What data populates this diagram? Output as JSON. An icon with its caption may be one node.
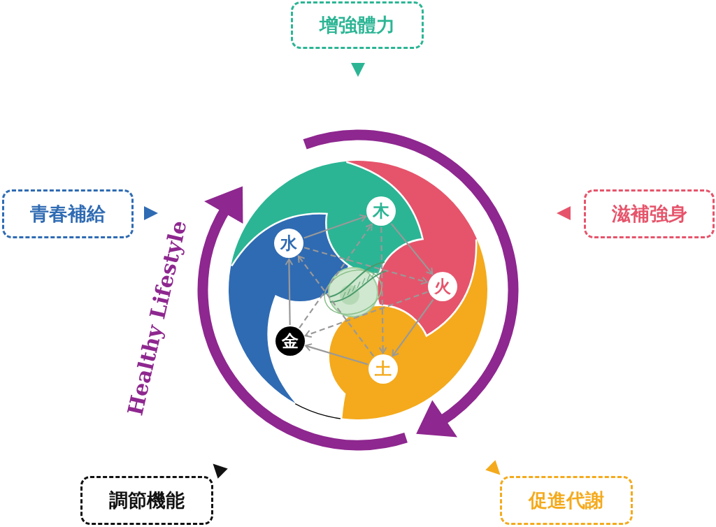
{
  "diagram": {
    "nodes": [
      {
        "text": [
          "增強體力"
        ]
      },
      {
        "text": [
          "青春補給"
        ]
      },
      {
        "text": [
          "滋補強身"
        ]
      },
      {
        "text": [
          "水"
        ]
      },
      {
        "text": [
          "木"
        ]
      },
      {
        "text": [
          "火"
        ]
      },
      {
        "text": [
          "金"
        ]
      },
      {
        "text": [
          "土"
        ]
      },
      {
        "text": [
          "調節機能"
        ]
      },
      {
        "text": [
          "促進代謝"
        ]
      }
    ],
    "edges": [
      {
        "from": 3,
        "to": 4,
        "arrow": "to"
      },
      {
        "from": 4,
        "to": 5,
        "arrow": "to"
      },
      {
        "from": 5,
        "to": 7,
        "arrow": "to"
      },
      {
        "from": 7,
        "to": 6,
        "arrow": "to"
      },
      {
        "from": 6,
        "to": 3,
        "arrow": "to"
      },
      {
        "from": 4,
        "to": 7,
        "arrow": "to",
        "style": "dashed"
      },
      {
        "from": 7,
        "to": 3,
        "arrow": "to",
        "style": "dashed"
      },
      {
        "from": 3,
        "to": 5,
        "arrow": "to",
        "style": "dashed"
      },
      {
        "from": 5,
        "to": 6,
        "arrow": "to",
        "style": "dashed"
      },
      {
        "from": 6,
        "to": 4,
        "arrow": "to",
        "style": "dashed"
      }
    ],
    "labels": [
      "Healthy Lifestyle"
    ]
  }
}
